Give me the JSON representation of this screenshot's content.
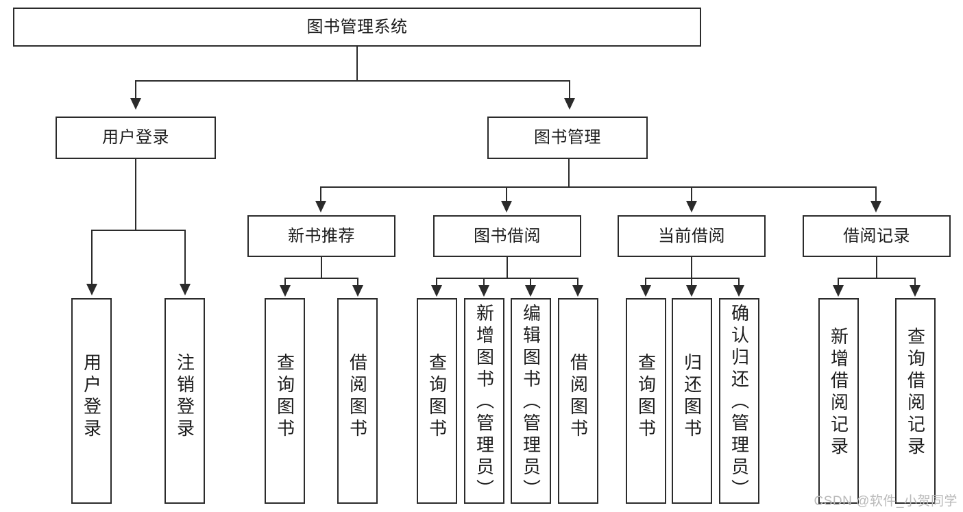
{
  "diagram": {
    "title": "图书管理系统",
    "type": "hierarchy-tree",
    "root": {
      "label": "图书管理系统"
    },
    "level2": [
      {
        "label": "用户登录"
      },
      {
        "label": "图书管理"
      }
    ],
    "level3": [
      {
        "label": "新书推荐"
      },
      {
        "label": "图书借阅"
      },
      {
        "label": "当前借阅"
      },
      {
        "label": "借阅记录"
      }
    ],
    "leaves": {
      "user_login": [
        {
          "label": "用户登录"
        },
        {
          "label": "注销登录"
        }
      ],
      "new_book_recommend": [
        {
          "label": "查询图书"
        },
        {
          "label": "借阅图书"
        }
      ],
      "book_borrow": [
        {
          "label": "查询图书"
        },
        {
          "label": "新增图书（管理员）"
        },
        {
          "label": "编辑图书（管理员）"
        },
        {
          "label": "借阅图书"
        }
      ],
      "current_borrow": [
        {
          "label": "查询图书"
        },
        {
          "label": "归还图书"
        },
        {
          "label": "确认归还（管理员）"
        }
      ],
      "borrow_record": [
        {
          "label": "新增借阅记录"
        },
        {
          "label": "查询借阅记录"
        }
      ]
    }
  },
  "watermark": {
    "text": "CSDN @软件_小贺同学"
  },
  "colors": {
    "stroke": "#2b2b2b",
    "background": "#ffffff",
    "text": "#1c1c1c",
    "watermark": "#b9b9b9"
  }
}
